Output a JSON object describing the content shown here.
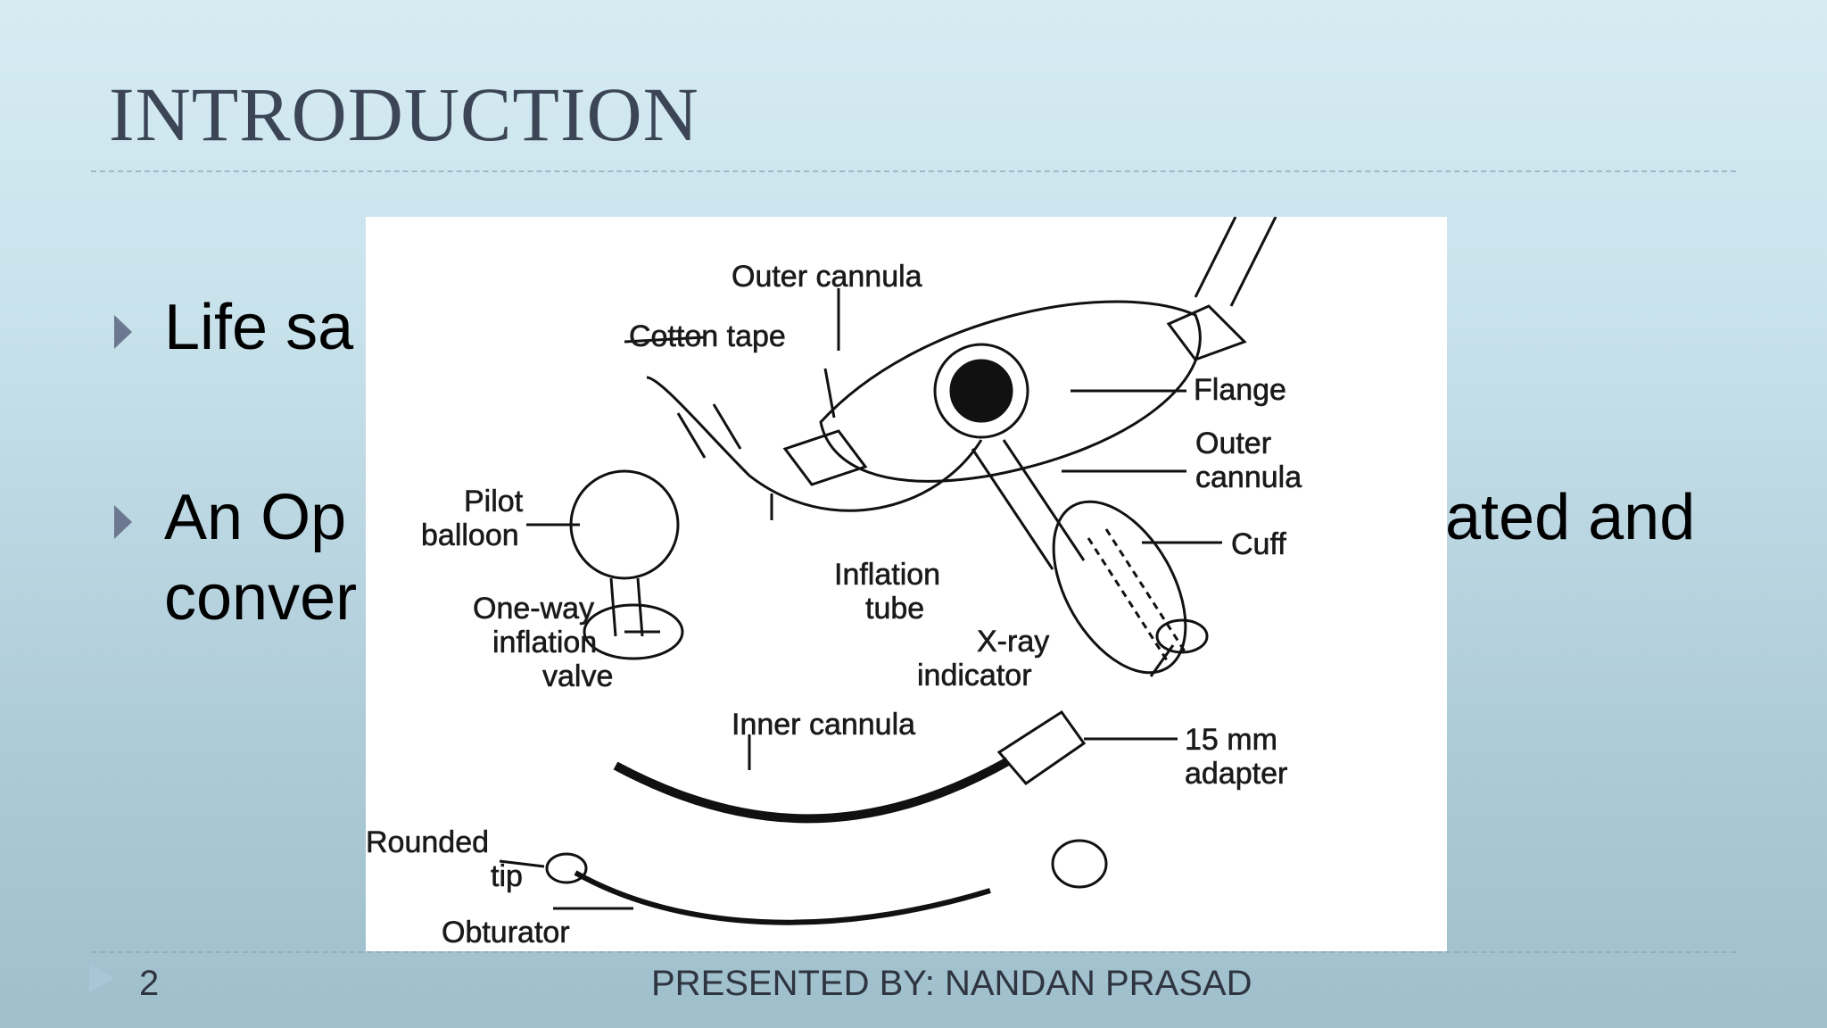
{
  "slide": {
    "title": "INTRODUCTION",
    "bullets": [
      {
        "line1": "Life sa",
        "line2": ""
      },
      {
        "line1": "An Op",
        "line1_right": "ated and",
        "line2": "conver"
      }
    ]
  },
  "figure": {
    "labels": {
      "outer_cannula_top": "Outer cannula",
      "cotton_tape": "Cotton tape",
      "flange": "Flange",
      "outer_cannula_side_1": "Outer",
      "outer_cannula_side_2": "cannula",
      "pilot_balloon_1": "Pilot",
      "pilot_balloon_2": "balloon",
      "cuff": "Cuff",
      "inflation_tube_1": "Inflation",
      "inflation_tube_2": "tube",
      "one_way_1": "One-way",
      "one_way_2": "inflation",
      "one_way_3": "valve",
      "xray_1": "X-ray",
      "xray_2": "indicator",
      "inner_cannula": "Inner cannula",
      "adapter_1": "15 mm",
      "adapter_2": "adapter",
      "rounded_tip_1": "Rounded",
      "rounded_tip_2": "tip",
      "obturator": "Obturator"
    }
  },
  "footer": {
    "page_number": "2",
    "presenter": "PRESENTED BY:  NANDAN PRASAD"
  }
}
